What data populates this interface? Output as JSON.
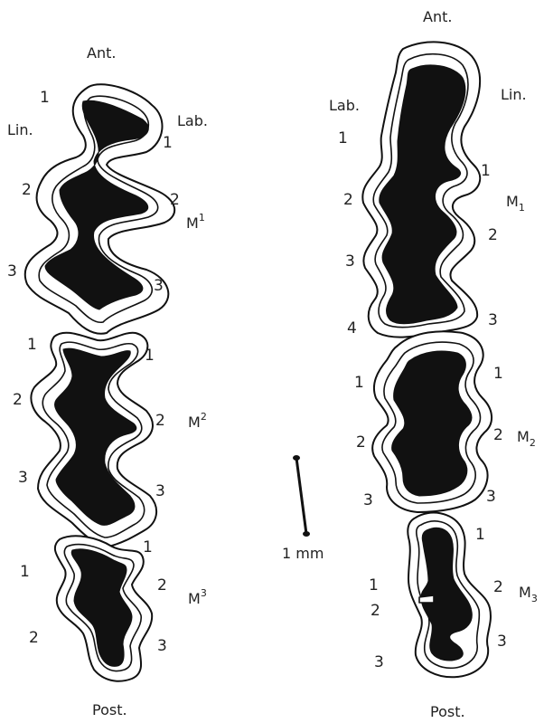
{
  "upper_row": {
    "anterior": "Ant.",
    "posterior": "Post.",
    "lingual": "Lin.",
    "labial": "Lab.",
    "teeth": [
      {
        "name": "M",
        "index": "1",
        "lingual_numbers": [
          "1",
          "2",
          "3"
        ],
        "labial_numbers": [
          "1",
          "2",
          "3"
        ]
      },
      {
        "name": "M",
        "index": "2",
        "lingual_numbers": [
          "1",
          "2",
          "3"
        ],
        "labial_numbers": [
          "1",
          "2",
          "3"
        ]
      },
      {
        "name": "M",
        "index": "3",
        "lingual_numbers": [
          "1",
          "2"
        ],
        "labial_numbers": [
          "1",
          "2",
          "3"
        ]
      }
    ]
  },
  "lower_row": {
    "anterior": "Ant.",
    "posterior": "Post.",
    "lingual": "Lin.",
    "labial": "Lab.",
    "teeth": [
      {
        "name": "M",
        "index": "1",
        "labial_numbers": [
          "1",
          "2",
          "3",
          "4"
        ],
        "lingual_numbers": [
          "1",
          "2",
          "3"
        ]
      },
      {
        "name": "M",
        "index": "2",
        "labial_numbers": [
          "1",
          "2",
          "3"
        ],
        "lingual_numbers": [
          "1",
          "2",
          "3"
        ]
      },
      {
        "name": "M",
        "index": "3",
        "labial_numbers": [
          "1",
          "2",
          "3"
        ],
        "lingual_numbers": [
          "1",
          "2",
          "3"
        ]
      }
    ]
  },
  "scale_bar": {
    "label": "1 mm"
  },
  "colors": {
    "ink": "#111111",
    "background": "#ffffff"
  }
}
